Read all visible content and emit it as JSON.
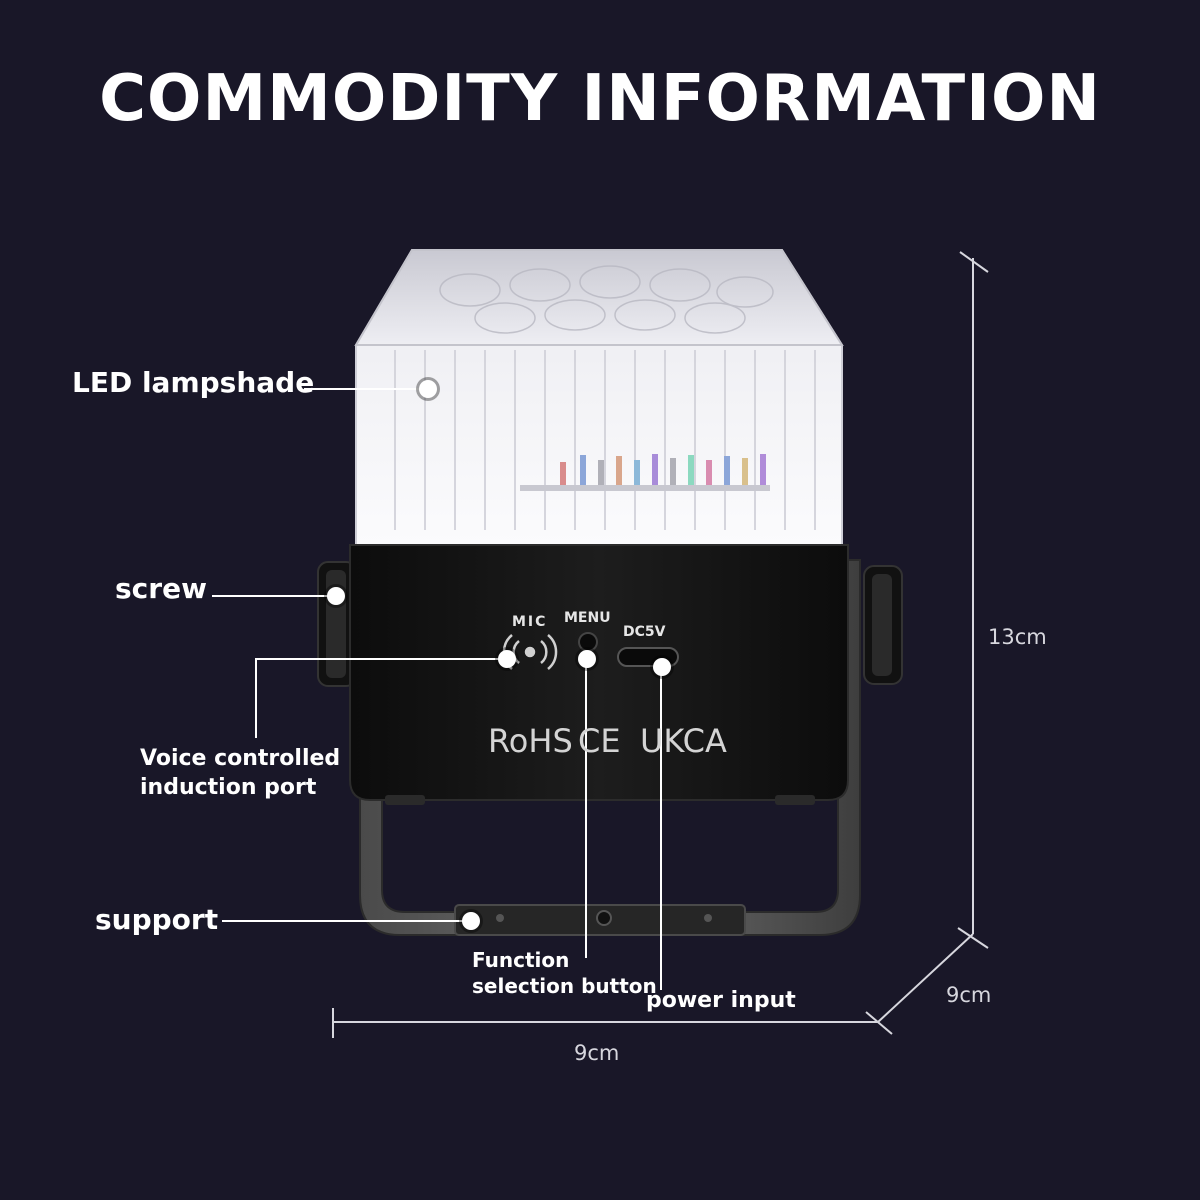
{
  "title": "COMMODITY INFORMATION",
  "product": {
    "panel_labels": {
      "mic": "MIC",
      "menu": "MENU",
      "power": "DC5V",
      "cert_1": "RoHS",
      "cert_2": "CE",
      "cert_3": "UKCA"
    }
  },
  "callouts": {
    "lampshade": "LED lampshade",
    "screw": "screw",
    "voice_line1": "Voice controlled",
    "voice_line2": "induction port",
    "support": "support",
    "function_line1": "Function",
    "function_line2": "selection button",
    "power": "power input"
  },
  "dimensions": {
    "height": "13cm",
    "depth": "9cm",
    "width": "9cm"
  },
  "colors": {
    "background": "#191728",
    "label": "#ffffff",
    "body": "#111111",
    "leader_line": "#ffffff",
    "dimension_line": "#d7d7de"
  }
}
